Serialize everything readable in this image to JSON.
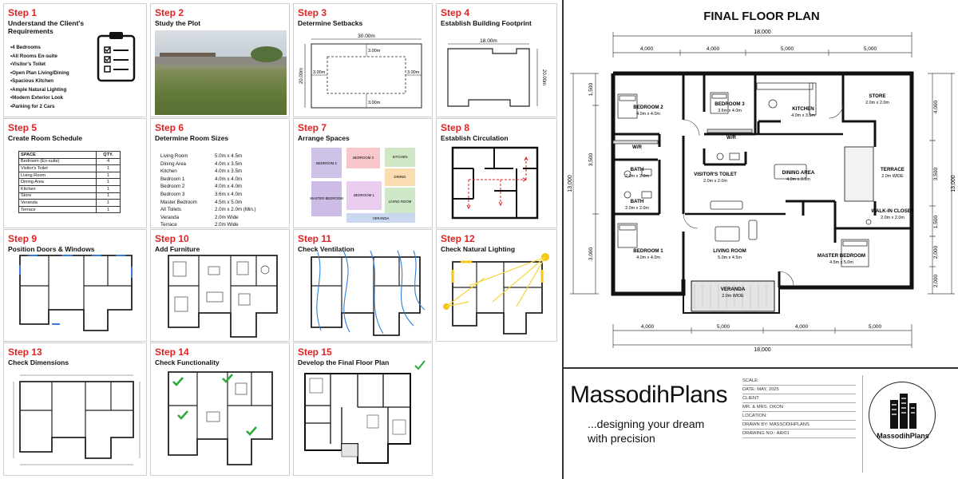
{
  "steps": [
    {
      "num": "Step 1",
      "title": "Understand the Client's Requirements"
    },
    {
      "num": "Step 2",
      "title": "Study the Plot"
    },
    {
      "num": "Step 3",
      "title": "Determine Setbacks"
    },
    {
      "num": "Step 4",
      "title": "Establish Building Footprint"
    },
    {
      "num": "Step 5",
      "title": "Create Room Schedule"
    },
    {
      "num": "Step 6",
      "title": "Determine Room Sizes"
    },
    {
      "num": "Step 7",
      "title": "Arrange Spaces"
    },
    {
      "num": "Step 8",
      "title": "Establish Circulation"
    },
    {
      "num": "Step 9",
      "title": "Position Doors & Windows"
    },
    {
      "num": "Step 10",
      "title": "Add Furniture"
    },
    {
      "num": "Step 11",
      "title": "Check Ventilation"
    },
    {
      "num": "Step 12",
      "title": "Check Natural Lighting"
    },
    {
      "num": "Step 13",
      "title": "Check Dimensions"
    },
    {
      "num": "Step 14",
      "title": "Check Functionality"
    },
    {
      "num": "Step 15",
      "title": "Develop the Final Floor Plan"
    }
  ],
  "requirements": [
    "4 Bedrooms",
    "All Rooms En-suite",
    "Visitor's Toilet",
    "Open Plan Living/Dining",
    "Spacious Kitchen",
    "Ample Natural Lighting",
    "Modern Exterior Look",
    "Parking for 2 Cars"
  ],
  "setbacks": {
    "width": "30.00m",
    "depth": "20.00m",
    "top": "3.00m",
    "left": "3.00m",
    "right": "3.00m",
    "bottom": "3.00m"
  },
  "footprint": {
    "width": "18.00m",
    "depth": "20.00m"
  },
  "schedule": {
    "headers": [
      "SPACE",
      "QTY."
    ],
    "rows": [
      [
        "Bedroom (En-suite)",
        "4"
      ],
      [
        "Visitor's Toilet",
        "1"
      ],
      [
        "Living Room",
        "1"
      ],
      [
        "Dining Area",
        "1"
      ],
      [
        "Kitchen",
        "1"
      ],
      [
        "Store",
        "1"
      ],
      [
        "Veranda",
        "1"
      ],
      [
        "Terrace",
        "1"
      ]
    ]
  },
  "room_sizes": [
    [
      "Living Room",
      "5.0m x 4.5m"
    ],
    [
      "Dining Area",
      "4.0m x 3.5m"
    ],
    [
      "Kitchen",
      "4.0m x 3.5m"
    ],
    [
      "Bedroom 1",
      "4.0m x 4.0m"
    ],
    [
      "Bedroom 2",
      "4.0m x 4.0m"
    ],
    [
      "Bedroom 3",
      "3.6m x 4.0m"
    ],
    [
      "Master Bedroom",
      "4.5m x 5.0m"
    ],
    [
      "All Toilets",
      "2.0m x 2.0m (Min.)"
    ],
    [
      "Veranda",
      "2.0m Wide"
    ],
    [
      "Terrace",
      "2.0m Wide"
    ]
  ],
  "arrange": {
    "blocks": [
      "BEDROOM 2",
      "BEDROOM 3",
      "KITCHEN",
      "DINING",
      "MASTER BEDROOM",
      "BEDROOM 1",
      "LIVING ROOM",
      "VERANDA"
    ],
    "colors": {
      "bed2": "#cfc2e8",
      "bed3": "#f7c7cc",
      "kitchen": "#cfe7c4",
      "dining": "#f9dcb0",
      "master": "#cdbde6",
      "bed1": "#e9cdef",
      "living": "#cfe8c8",
      "veranda": "#c9d8ee"
    }
  },
  "final_plan": {
    "title": "FINAL FLOOR PLAN",
    "dims_top": {
      "total": "18,000",
      "segments": [
        "4,000",
        "4,000",
        "5,000",
        "5,000"
      ]
    },
    "dims_bottom": {
      "total": "18,000",
      "segments": [
        "4,000",
        "5,000",
        "4,000",
        "5,000"
      ]
    },
    "dims_left": {
      "total": "13,000",
      "segments": [
        "1,500",
        "3,500",
        "3,000"
      ]
    },
    "dims_right": {
      "total": "13,000",
      "segments": [
        "4,000",
        "3,500",
        "1,500",
        "2,000",
        "2,000"
      ]
    },
    "rooms": [
      {
        "name": "BEDROOM 2",
        "size": "4.0m x 4.0m"
      },
      {
        "name": "BEDROOM 3",
        "size": "3.6m x 4.0m"
      },
      {
        "name": "KITCHEN",
        "size": "4.0m x 3.5m"
      },
      {
        "name": "STORE",
        "size": "2.0m x 2.0m"
      },
      {
        "name": "W/R",
        "size": ""
      },
      {
        "name": "W/R",
        "size": ""
      },
      {
        "name": "BATH",
        "size": "2.0m x 2.0m"
      },
      {
        "name": "VISITOR'S TOILET",
        "size": "2.0m x 2.0m"
      },
      {
        "name": "DINING AREA",
        "size": "4.0m x 3.5m"
      },
      {
        "name": "TERRACE",
        "size": "2.0m WIDE"
      },
      {
        "name": "BATH",
        "size": "2.0m x 2.0m"
      },
      {
        "name": "WALK-IN CLOSET",
        "size": "2.0m x 2.0m"
      },
      {
        "name": "BEDROOM 1",
        "size": "4.0m x 4.0m"
      },
      {
        "name": "LIVING ROOM",
        "size": "5.0m x 4.5m"
      },
      {
        "name": "MASTER BEDROOM",
        "size": "4.5m x 5.0m"
      },
      {
        "name": "VERANDA",
        "size": "2.0m WIDE"
      }
    ]
  },
  "brand": {
    "name": "MassodihPlans",
    "tagline_1": "...designing your dream",
    "tagline_2": "with precision",
    "logo_text": "MassodihPlans"
  },
  "title_block": {
    "scale_label": "SCALE:",
    "date": "DATE: MAY, 2025",
    "client_label": "CLIENT:",
    "client": "MR. & MRS. OKON",
    "location_label": "LOCATION:",
    "drawn_by": "DRAWN BY: MASSODIHPLANS",
    "drawing_no": "DRAWING NO.: AR/01"
  }
}
